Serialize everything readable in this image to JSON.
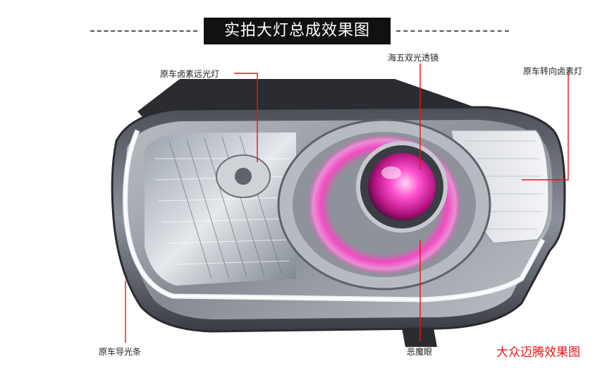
{
  "title": "实拍大灯总成效果图",
  "labels": {
    "halogen_high_beam": "原车卤素远光灯",
    "bixenon_lens": "海五双光透镜",
    "turn_signal": "原车转向卤素灯",
    "light_guide": "原车导光条",
    "devil_eye": "恶魔眼"
  },
  "caption": "大众迈腾效果图",
  "colors": {
    "callout_line": "#e8141a",
    "devil_eye_glow": "#ff2bb8",
    "title_bg": "#111111"
  }
}
